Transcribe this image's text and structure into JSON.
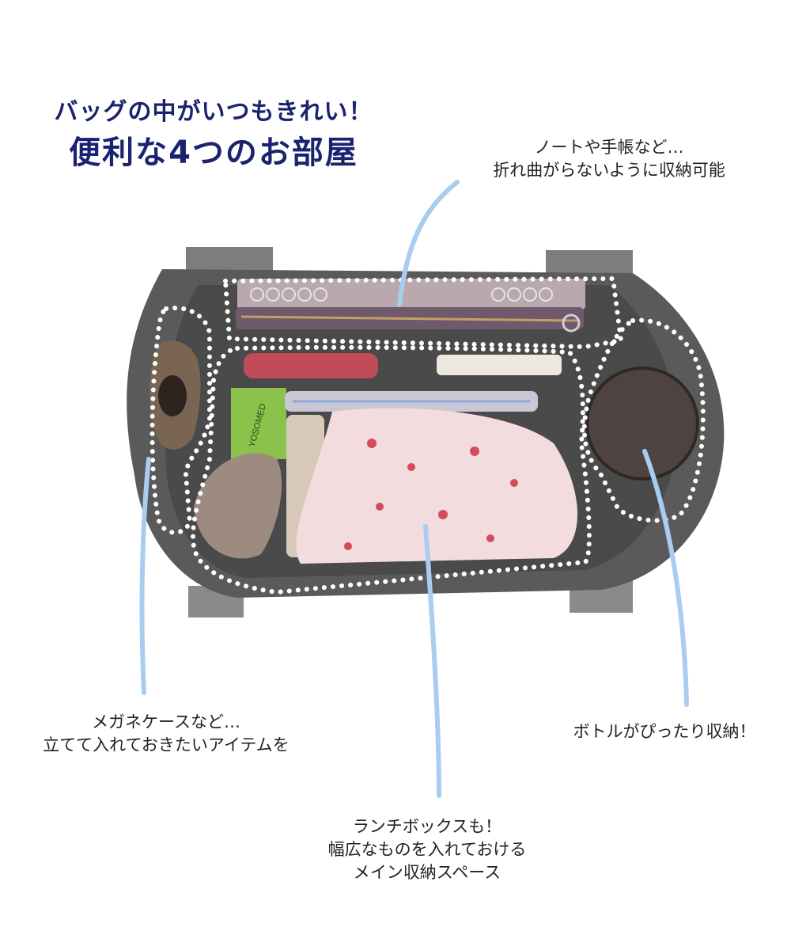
{
  "headline": {
    "line1": "バッグの中がいつもきれい！",
    "line2": "便利な4つのお部屋"
  },
  "callouts": {
    "notebook": {
      "line1": "ノートや手帳など…",
      "line2": "折れ曲がらないように収納可能"
    },
    "glasses": {
      "line1": "メガネケースなど…",
      "line2": "立てて入れておきたいアイテムを"
    },
    "bottle": {
      "line1": "ボトルがぴったり収納！"
    },
    "main": {
      "line1": "ランチボックスも！",
      "line2": "幅広なものを入れておける",
      "line3": "メイン収納スペース"
    }
  },
  "photo": {
    "label_snack": "YOSOMED"
  },
  "colors": {
    "headline": "#1a2370",
    "caption": "#222222",
    "leader_line": "#a8cdf0",
    "bag_felt": "#5c5c5c",
    "bag_handle": "#7a7a7a",
    "dotted_outline": "#ffffff"
  }
}
